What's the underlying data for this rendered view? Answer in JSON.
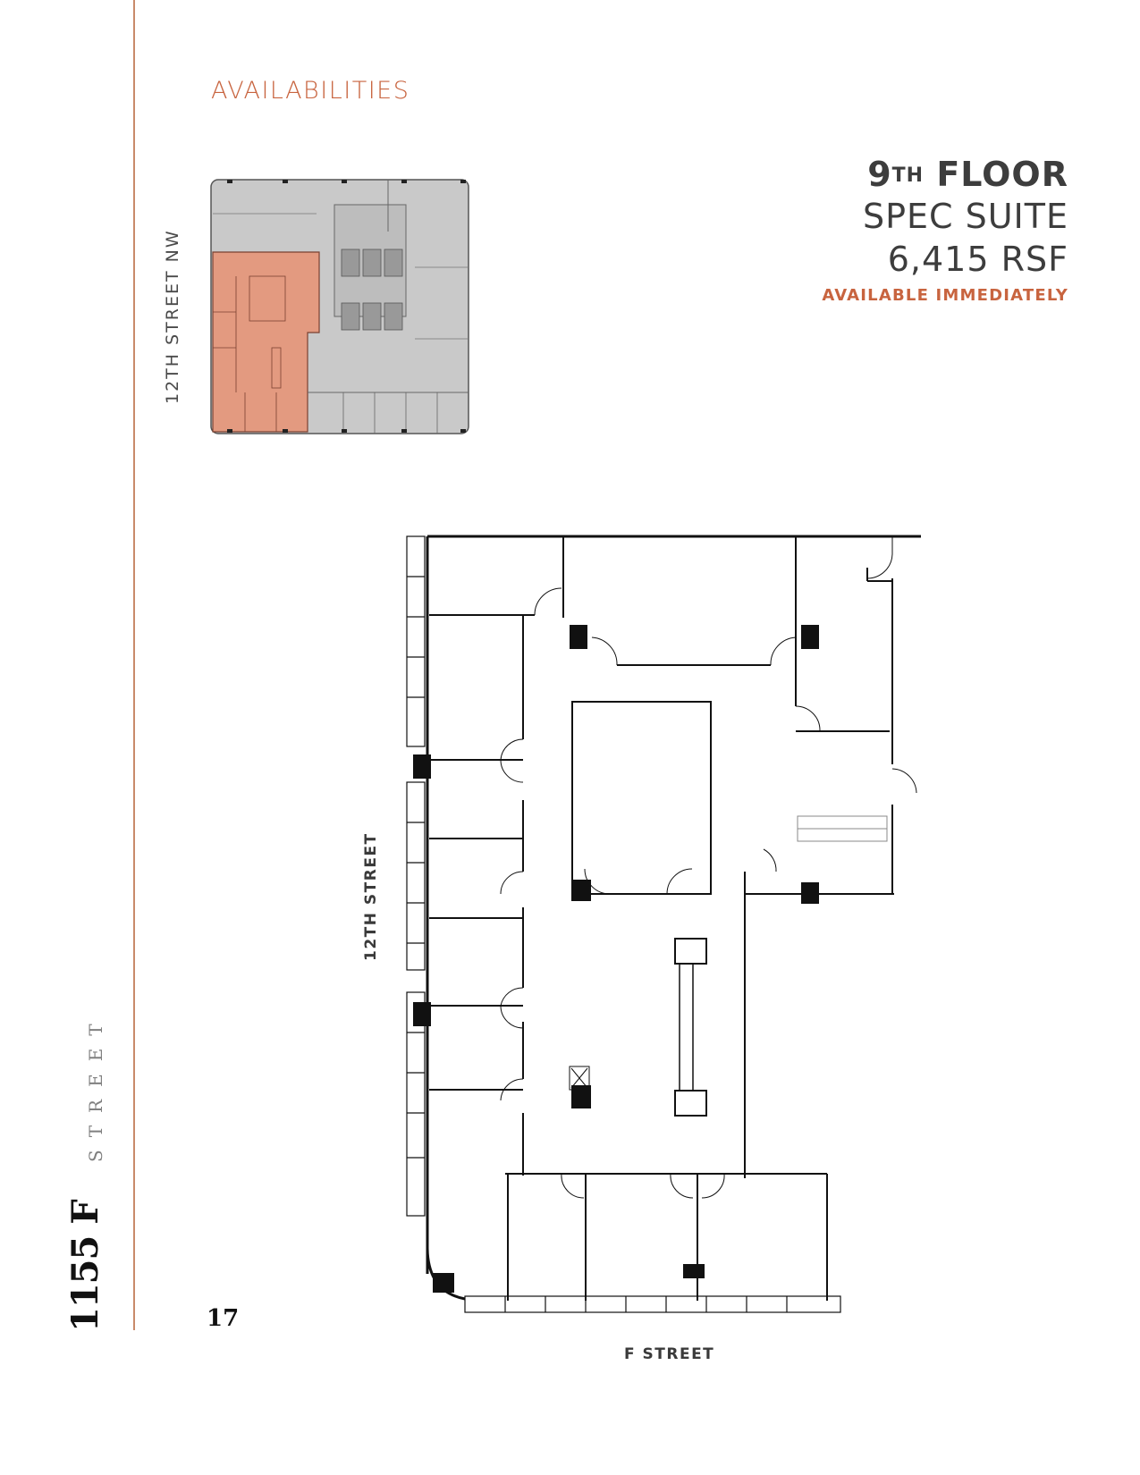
{
  "page": {
    "section_title": "AVAILABILITIES",
    "page_number": "17",
    "accent_color": "#c8643f",
    "rule_color": "#c98a6a"
  },
  "floor": {
    "number": "9",
    "ordinal_suffix": "TH",
    "floor_word": "FLOOR",
    "suite_type": "SPEC SUITE",
    "size": "6,415 RSF",
    "availability": "AVAILABLE IMMEDIATELY"
  },
  "key_plan": {
    "street_label": "12TH STREET NW",
    "highlight_color": "#e39a80",
    "base_color": "#c9c9c9"
  },
  "floor_plan": {
    "left_street_label": "12TH STREET",
    "bottom_street_label": "F STREET"
  },
  "branding": {
    "address_number": "1155 F",
    "street_word": "STREET"
  }
}
